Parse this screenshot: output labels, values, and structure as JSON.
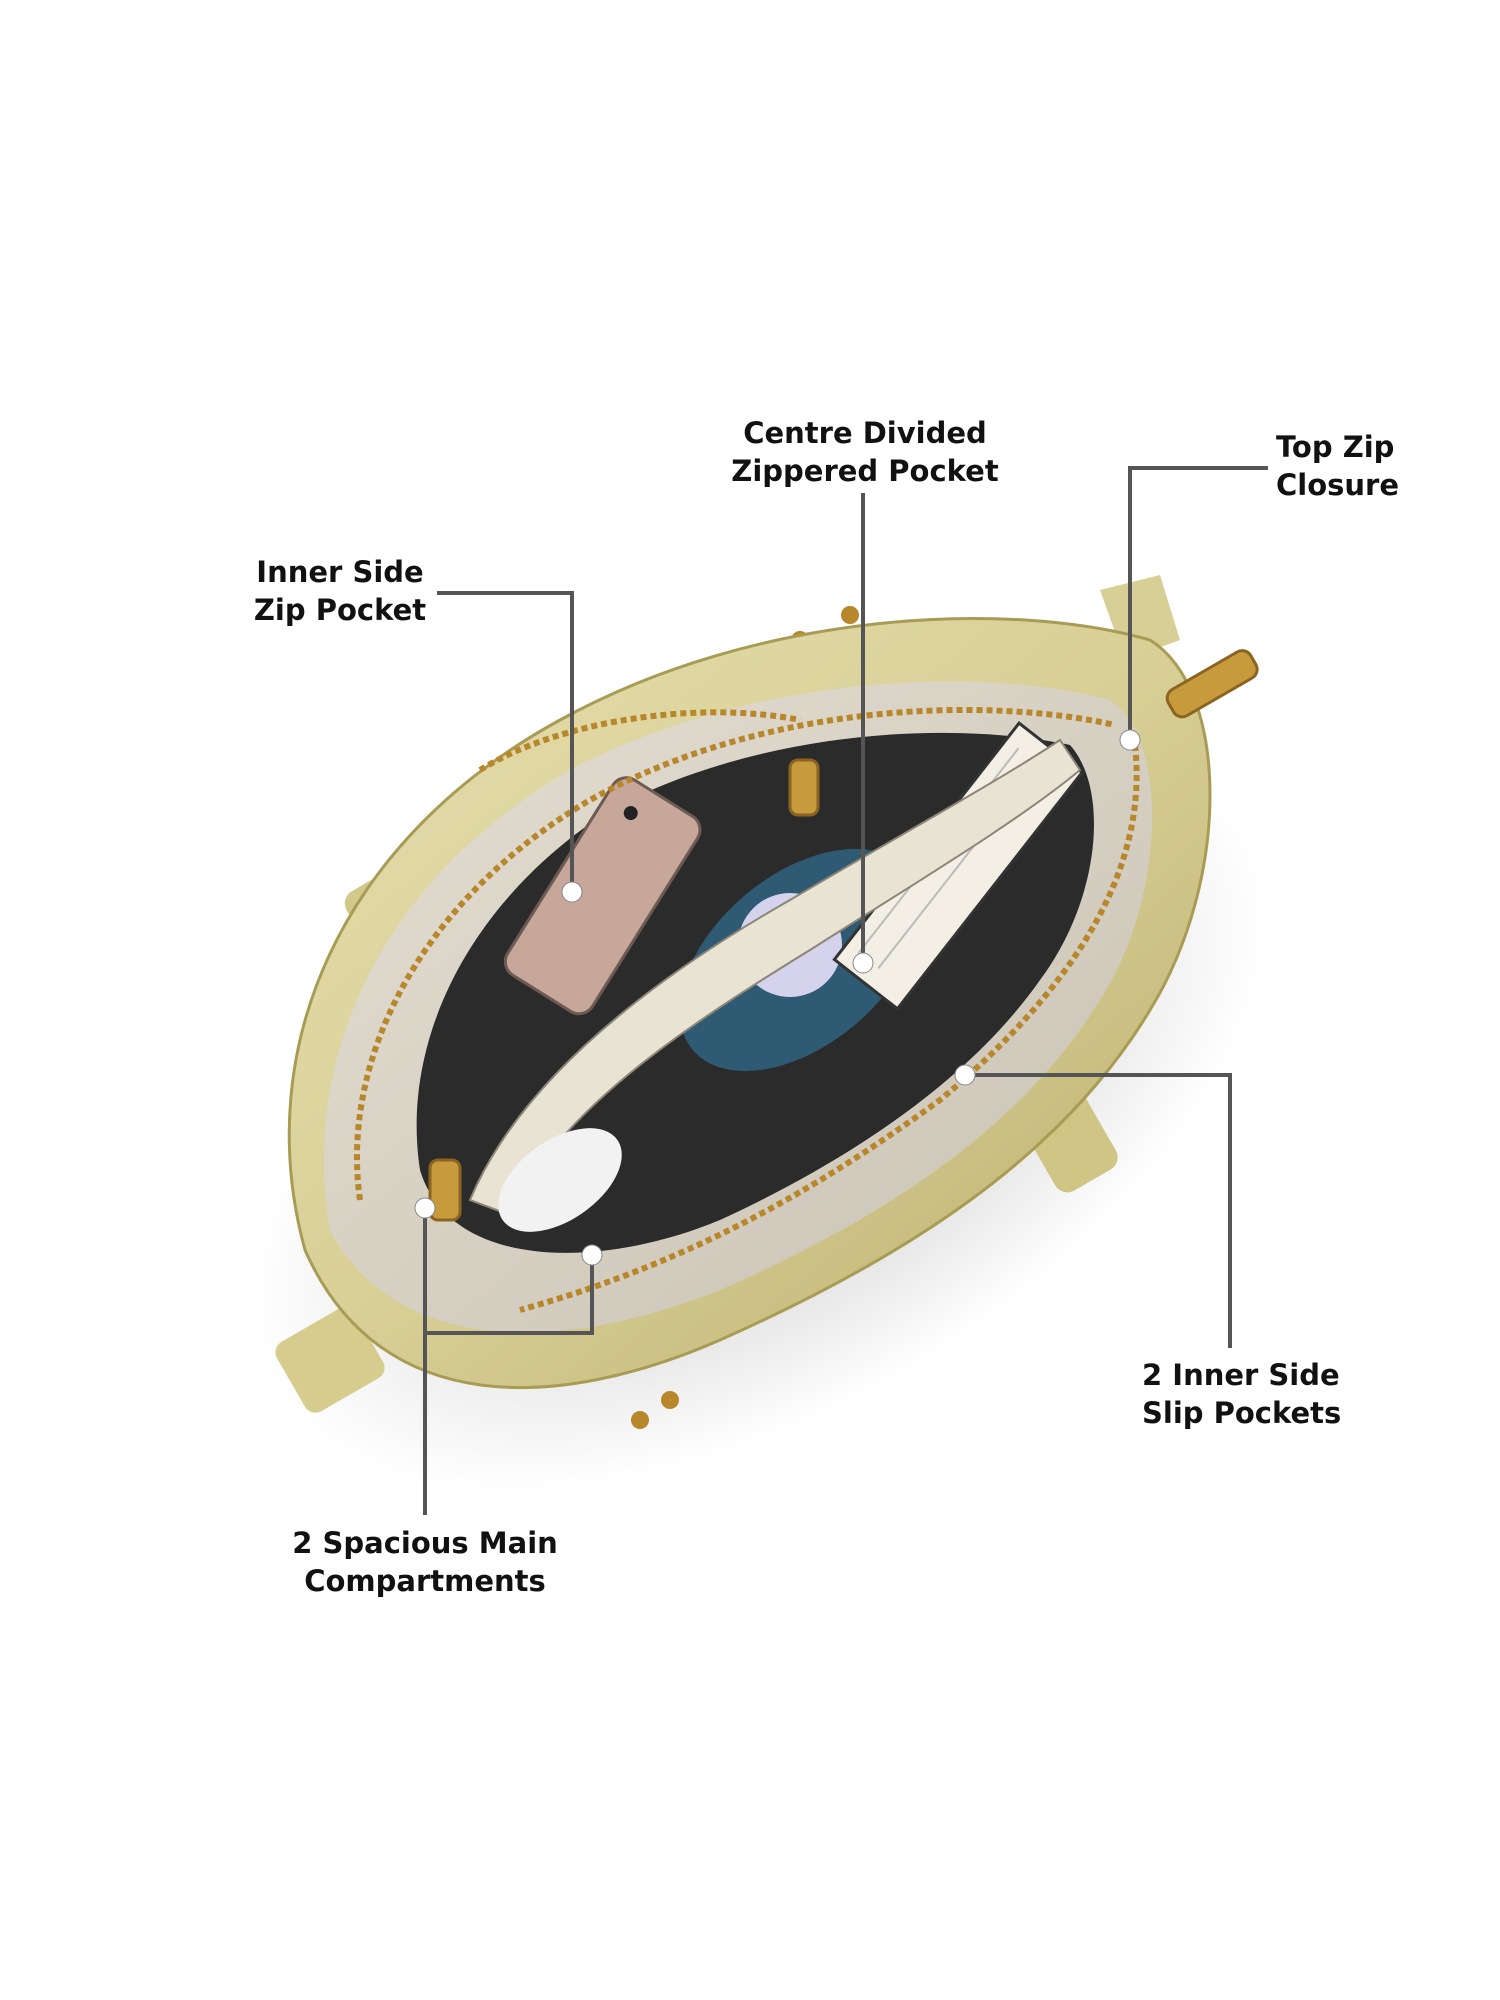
{
  "colors": {
    "background": "#ffffff",
    "bag_leather": "#d8cf96",
    "bag_leather_dark": "#a89c55",
    "lining": "#d6d0c4",
    "interior_dark": "#2b2b2b",
    "zipper_gold": "#b8862b",
    "leader_line": "#555555",
    "callout_dot": "#ffffff",
    "label_text": "#111111"
  },
  "callouts": [
    {
      "id": "inner-side-zip-pocket",
      "line1": "Inner Side",
      "line2": "Zip Pocket"
    },
    {
      "id": "centre-divided-zippered-pocket",
      "line1": "Centre Divided",
      "line2": "Zippered Pocket"
    },
    {
      "id": "top-zip-closure",
      "line1": "Top Zip",
      "line2": "Closure"
    },
    {
      "id": "inner-side-slip-pockets",
      "line1": "2 Inner Side",
      "line2": "Slip Pockets"
    },
    {
      "id": "spacious-main-compartments",
      "line1": "2 Spacious Main",
      "line2": "Compartments"
    }
  ]
}
